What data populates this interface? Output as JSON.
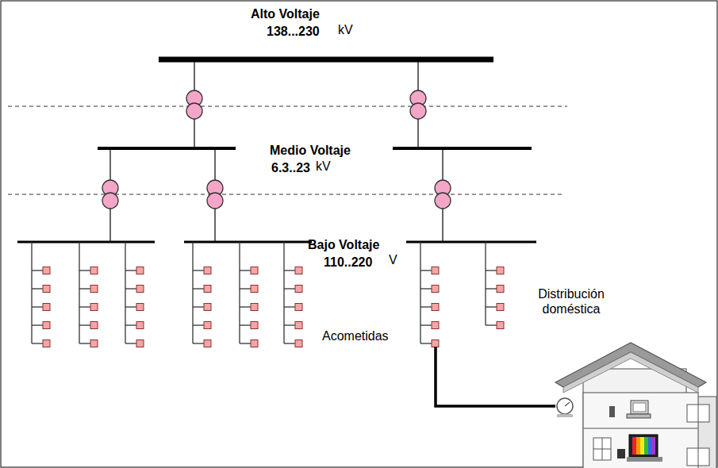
{
  "diagram": {
    "labels": [
      "Alto Voltaje",
      "138...230",
      "kV",
      "Medio Voltaje",
      "6.3..23",
      "kV",
      "Bajo Voltaje",
      "110..220",
      "V",
      "Acometidas",
      "Distribución doméstica"
    ]
  }
}
